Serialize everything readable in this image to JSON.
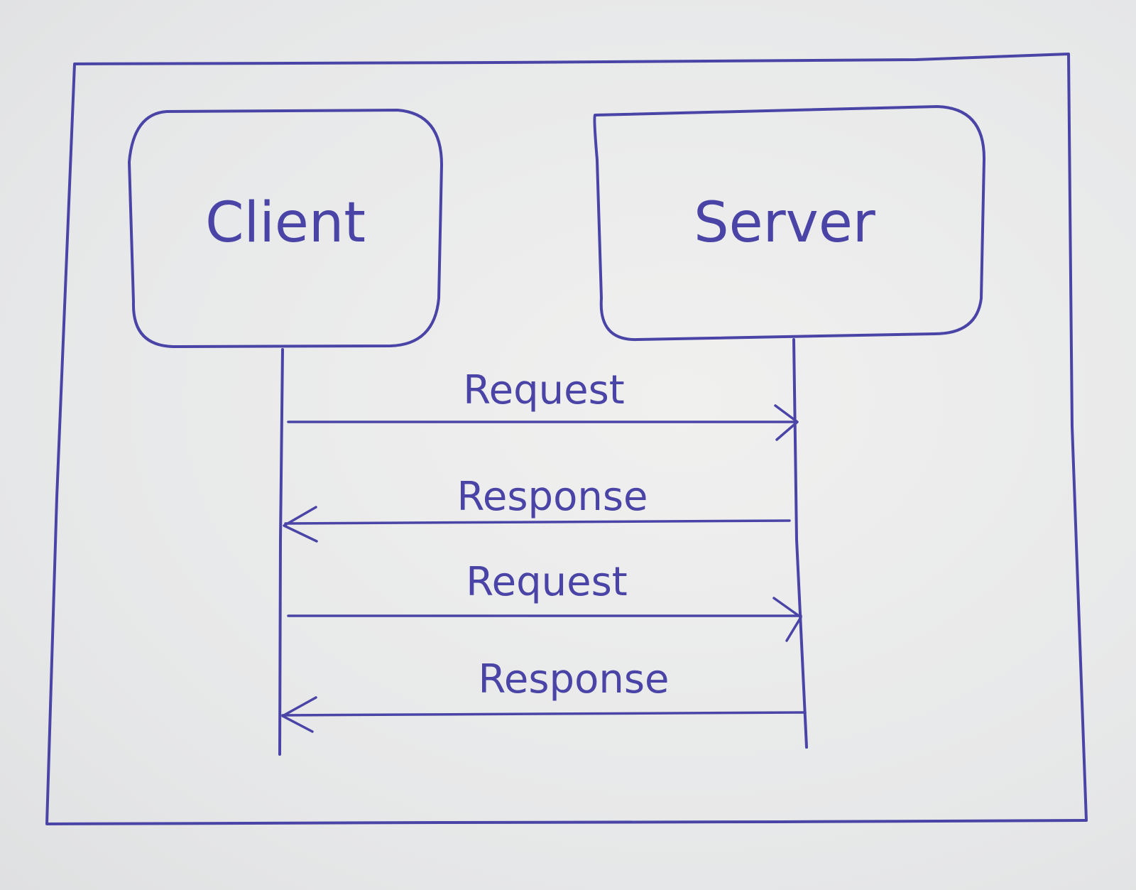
{
  "diagram": {
    "participants": [
      {
        "id": "client",
        "label": "Client"
      },
      {
        "id": "server",
        "label": "Server"
      }
    ],
    "messages": [
      {
        "label": "Request",
        "from": "client",
        "to": "server"
      },
      {
        "label": "Response",
        "from": "server",
        "to": "client"
      },
      {
        "label": "Request",
        "from": "client",
        "to": "server"
      },
      {
        "label": "Response",
        "from": "server",
        "to": "client"
      }
    ],
    "ink_color": "#4a44a6"
  }
}
